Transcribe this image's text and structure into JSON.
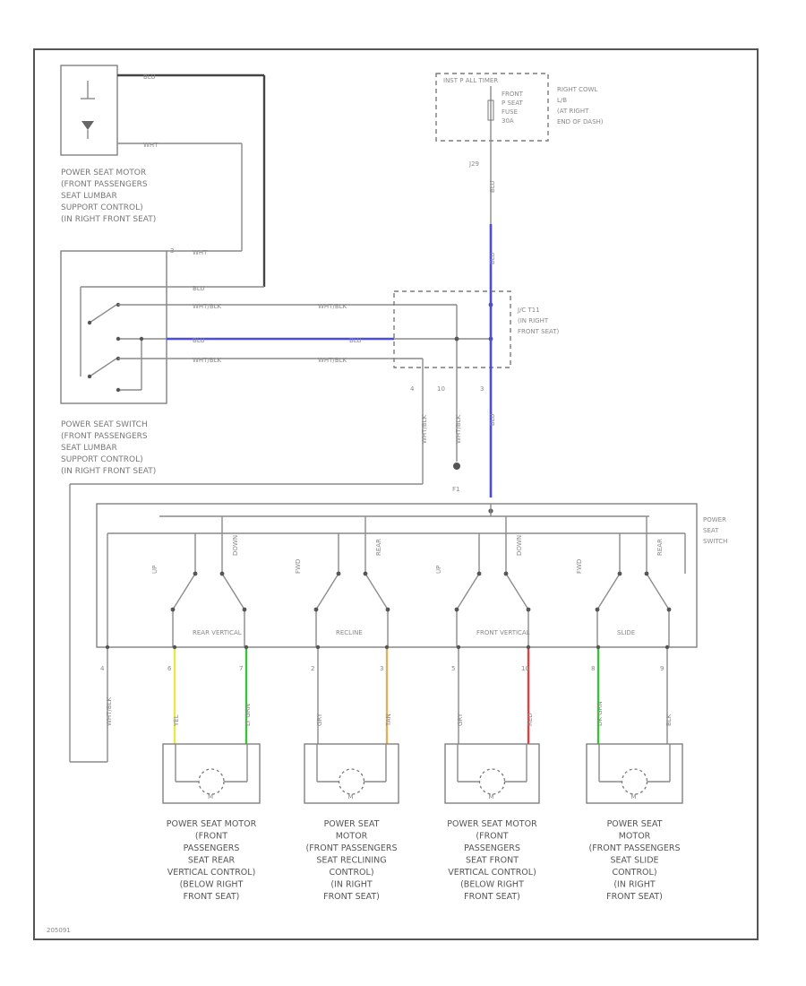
{
  "colors": {
    "blue": "#4a4ae8",
    "yellow": "#e8e84a",
    "green": "#3ac23a",
    "orange": "#e0b060",
    "red": "#e04040",
    "wire": "#8a8a8a"
  },
  "labels": {
    "lumbar_motor": [
      "POWER SEAT MOTOR",
      "(FRONT PASSENGERS",
      "SEAT LUMBAR",
      "SUPPORT CONTROL)",
      "(IN RIGHT FRONT SEAT)"
    ],
    "lumbar_switch": [
      "POWER SEAT SWITCH",
      "(FRONT PASSENGERS",
      "SEAT LUMBAR",
      "SUPPORT CONTROL)",
      "(IN RIGHT FRONT SEAT)"
    ],
    "fuse_box_title": "INST P ALL TIMER",
    "fuse_lines": [
      "FRONT",
      "P SEAT",
      "FUSE",
      "30A"
    ],
    "fuse_location": [
      "RIGHT COWL",
      "L/B",
      "(AT RIGHT",
      "END OF DASH)"
    ],
    "fuse_connector": "J29",
    "junction": [
      "J/C T11",
      "(IN RIGHT",
      "FRONT SEAT)"
    ],
    "power_seat_switch": [
      "POWER",
      "SEAT",
      "SWITCH"
    ],
    "ground_label": "F1",
    "motors": [
      [
        "POWER SEAT MOTOR",
        "(FRONT",
        "PASSENGERS",
        "SEAT REAR",
        "VERTICAL CONTROL)",
        "(BELOW RIGHT",
        "FRONT SEAT)"
      ],
      [
        "POWER SEAT",
        "MOTOR",
        "(FRONT PASSENGERS",
        "SEAT RECLINING",
        "CONTROL)",
        "(IN RIGHT",
        "FRONT SEAT)"
      ],
      [
        "POWER SEAT MOTOR",
        "(FRONT",
        "PASSENGERS",
        "SEAT FRONT",
        "VERTICAL CONTROL)",
        "(BELOW RIGHT",
        "FRONT SEAT)"
      ],
      [
        "POWER SEAT",
        "MOTOR",
        "(FRONT PASSENGERS",
        "SEAT SLIDE",
        "CONTROL)",
        "(IN RIGHT",
        "FRONT SEAT)"
      ]
    ],
    "motor_symbol": "M",
    "switch_sections": [
      "REAR VERTICAL",
      "RECLINE",
      "FRONT VERTICAL",
      "SLIDE"
    ],
    "switch_dirs": [
      "UP",
      "DOWN",
      "FWD",
      "REAR",
      "UP",
      "DOWN",
      "FWD",
      "REAR"
    ],
    "wire_colors": [
      "BLU",
      "WHT",
      "WHT",
      "BLU",
      "WHT/BLK",
      "WHT/BLK",
      "BLU",
      "BLU",
      "WHT/BLK",
      "WHT/BLK",
      "BLU",
      "BLU",
      "BLU",
      "WHT/BLK",
      "WHT/BLK"
    ],
    "lower_wires": [
      "WHT/BLK",
      "YEL",
      "LT GRN",
      "GRY",
      "TAN",
      "GRY",
      "RED",
      "DK GRN",
      "BLK"
    ],
    "lower_pins": [
      "4",
      "6",
      "7",
      "2",
      "3",
      "5",
      "10",
      "8",
      "9"
    ],
    "junction_pins": [
      "4",
      "10",
      "3"
    ],
    "footer_code": "205091"
  }
}
